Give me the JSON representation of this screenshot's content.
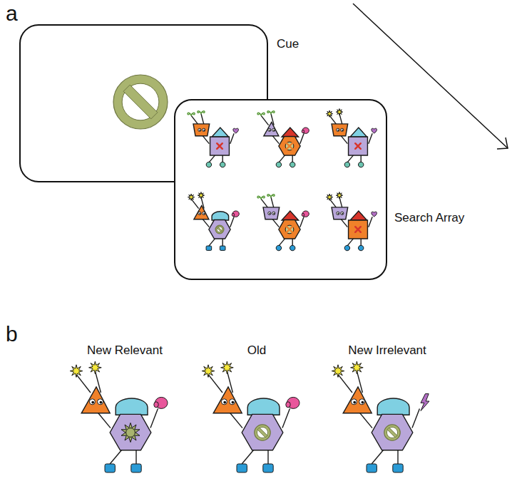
{
  "diagram": {
    "labels": [
      "a",
      "Cue",
      "Search Array",
      "b",
      "New Relevant",
      "Old",
      "New Irrelevant"
    ]
  }
}
